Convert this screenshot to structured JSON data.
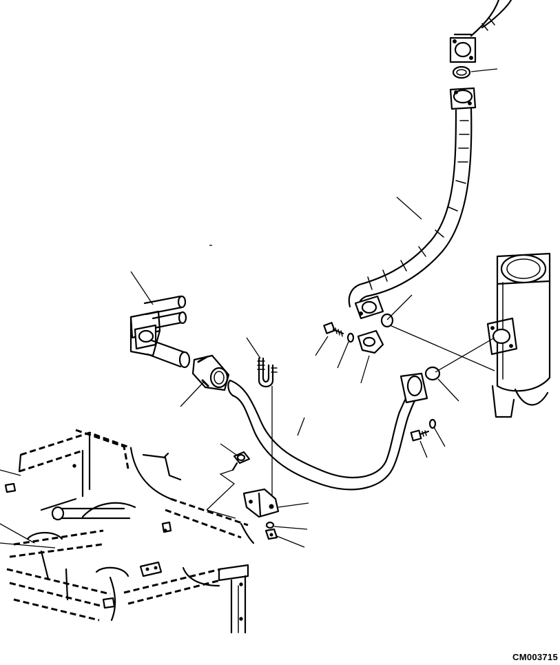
{
  "drawing": {
    "code": "CM003715"
  },
  "components": [
    "exhaust-upper-tube",
    "upper-flange-gasket",
    "upper-flange",
    "flexible-exhaust-hose",
    "hose-flange-gasket",
    "hose-flange-clamp",
    "hose-clamp-bolt",
    "hose-clamp-washer",
    "muffler",
    "muffler-inlet-gasket",
    "exhaust-pipe",
    "pipe-flange-bolt",
    "pipe-flange-washer",
    "turbo-outlet-elbow",
    "pipe-coupling-clamp",
    "u-bolt",
    "support-bracket",
    "bracket-bolt",
    "nut",
    "lock-washer",
    "engine-frame"
  ]
}
